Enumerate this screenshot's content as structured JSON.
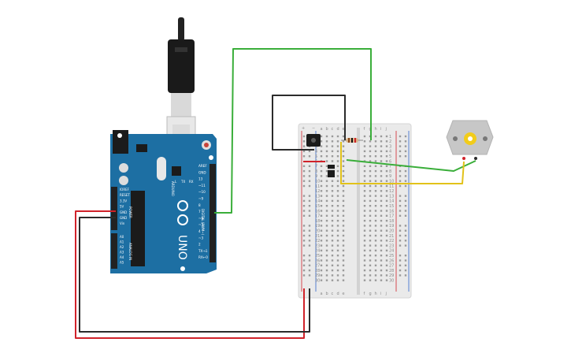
{
  "arduino": {
    "model": "UNO",
    "brand": "ARDUINO",
    "pin_labels_top": [
      "AREF",
      "GND",
      "13",
      "~11",
      "~10",
      "~9",
      "8",
      "7",
      "~6",
      "~5",
      "4",
      "~3",
      "2",
      "TX→1",
      "RX←0"
    ],
    "section_digital": "DIGITAL (PWM~)",
    "power_labels": [
      "IOREF",
      "RESET",
      "3.3V",
      "5V",
      "GND",
      "GND",
      "Vin"
    ],
    "power_section": "POWER",
    "analog_labels": [
      "A0",
      "A1",
      "A2",
      "A3",
      "A4",
      "A5"
    ],
    "analog_section": "ANALOG IN",
    "led_labels": [
      "L",
      "TX",
      "RX"
    ]
  },
  "breadboard": {
    "columns_left": [
      "a",
      "b",
      "c",
      "d",
      "e"
    ],
    "columns_right": [
      "f",
      "g",
      "h",
      "i",
      "j"
    ],
    "row_numbers": [
      "1",
      "2",
      "3",
      "4",
      "5",
      "6",
      "7",
      "8",
      "9",
      "10",
      "11",
      "12",
      "13",
      "14",
      "15",
      "16",
      "17",
      "18",
      "19",
      "20",
      "21",
      "22",
      "23",
      "24",
      "25",
      "26",
      "27",
      "28",
      "29",
      "30"
    ],
    "rail_plus": "+",
    "rail_minus": "−"
  },
  "colors": {
    "board_blue": "#1d6fa3",
    "wire_green": "#3aae3a",
    "wire_yellow": "#e2c21a",
    "wire_red": "#d0222a",
    "wire_black": "#2b2b2b",
    "breadboard": "#eaeaea",
    "motor_body": "#c7c7c7",
    "motor_shaft": "#f2cc1a"
  }
}
